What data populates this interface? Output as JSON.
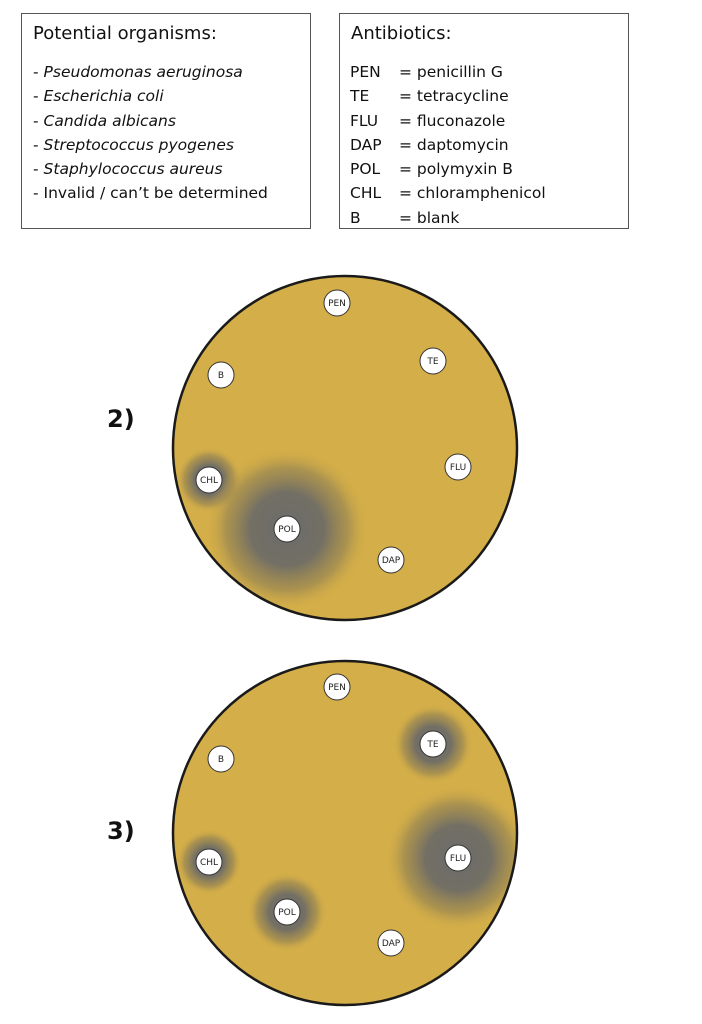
{
  "organisms": {
    "title": "Potential organisms:",
    "items": [
      {
        "prefix": "- ",
        "name": "Pseudomonas aeruginosa"
      },
      {
        "prefix": "- ",
        "name": "Escherichia coli"
      },
      {
        "prefix": "- ",
        "name": "Candida albicans"
      },
      {
        "prefix": "- ",
        "name": "Streptococcus pyogenes"
      },
      {
        "prefix": "- ",
        "name": "Staphylococcus aureus"
      },
      {
        "prefix": "- ",
        "text": "Invalid / can’t be determined"
      }
    ]
  },
  "antibiotics": {
    "title": "Antibiotics:",
    "items": [
      {
        "code": "PEN",
        "desc": "= penicillin G"
      },
      {
        "code": "TE",
        "desc": "= tetracycline"
      },
      {
        "code": "FLU",
        "desc": "= fluconazole"
      },
      {
        "code": "DAP",
        "desc": "= daptomycin"
      },
      {
        "code": "POL",
        "desc": "= polymyxin B"
      },
      {
        "code": "CHL",
        "desc": "= chloramphenicol"
      },
      {
        "code": "B",
        "desc": "= blank"
      }
    ]
  },
  "plates": [
    {
      "label": "2)",
      "discs": [
        {
          "code": "PEN",
          "zone": 0
        },
        {
          "code": "TE",
          "zone": 0
        },
        {
          "code": "B",
          "zone": 0
        },
        {
          "code": "FLU",
          "zone": 0
        },
        {
          "code": "CHL",
          "zone": "small"
        },
        {
          "code": "POL",
          "zone": "large"
        },
        {
          "code": "DAP",
          "zone": 0
        }
      ]
    },
    {
      "label": "3)",
      "discs": [
        {
          "code": "PEN",
          "zone": 0
        },
        {
          "code": "TE",
          "zone": "medium"
        },
        {
          "code": "B",
          "zone": 0
        },
        {
          "code": "FLU",
          "zone": "large"
        },
        {
          "code": "CHL",
          "zone": "small"
        },
        {
          "code": "POL",
          "zone": "medium"
        },
        {
          "code": "DAP",
          "zone": 0
        }
      ]
    }
  ],
  "colors": {
    "agar": "#D4AE48",
    "plate_border": "#1a1a1a",
    "clearing_zone": "#6b6b6b",
    "disc": "#ffffff"
  }
}
